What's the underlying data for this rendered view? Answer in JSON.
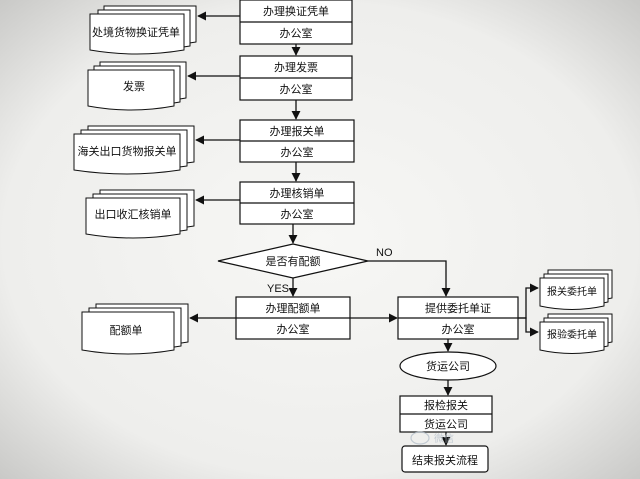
{
  "process": [
    {
      "title": "办理换证凭单",
      "dept": "办公室"
    },
    {
      "title": "办理发票",
      "dept": "办公室"
    },
    {
      "title": "办理报关单",
      "dept": "办公室"
    },
    {
      "title": "办理核销单",
      "dept": "办公室"
    },
    {
      "title": "办理配额单",
      "dept": "办公室"
    },
    {
      "title": "提供委托单证",
      "dept": "办公室"
    }
  ],
  "documents": {
    "exchange_voucher": "处境货物换证凭单",
    "invoice": "发票",
    "customs_export": "海关出口货物报关单",
    "verification": "出口收汇核销单",
    "quota": "配额单",
    "customs_entrust": "报关委托单",
    "inspection_entrust": "报验委托单"
  },
  "decision": {
    "text": "是否有配额",
    "yes": "YES",
    "no": "NO"
  },
  "freight": "货运公司",
  "inspection": {
    "title": "报检报关",
    "dept": "货运公司"
  },
  "end": "结束报关流程",
  "watermark": "微信"
}
